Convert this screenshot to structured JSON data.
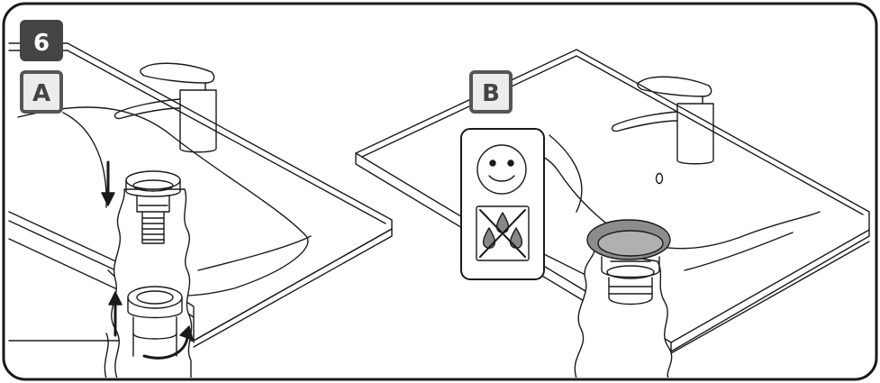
{
  "step": {
    "number": "6"
  },
  "panels": [
    {
      "id": "A",
      "label": "A"
    },
    {
      "id": "B",
      "label": "B"
    }
  ],
  "icons": {
    "step_badge": "step-number-badge",
    "left": [
      "down-arrow-icon",
      "up-arrow-icon",
      "rotate-arrow-icon"
    ],
    "right": [
      "smiley-face-icon",
      "no-water-drops-icon"
    ]
  },
  "colors": {
    "stroke": "#1a1a1a",
    "badge_fill": "#444444",
    "badge_text": "#ffffff",
    "label_fill": "#ececec",
    "label_border": "#555555",
    "cap_fill": "#888888"
  }
}
